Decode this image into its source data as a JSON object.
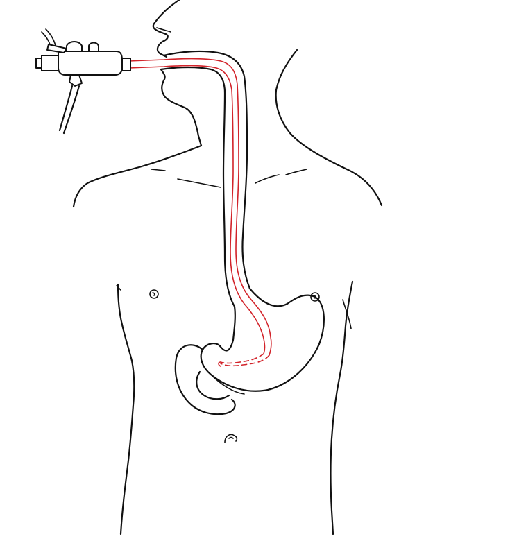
{
  "colors": {
    "background": "#ffffff",
    "outline": "#111111",
    "endoscope": "#d2232a"
  },
  "parts": [
    "body-outline",
    "face-profile",
    "neck",
    "shoulders",
    "chest",
    "nipple-left",
    "nipple-right",
    "navel",
    "esophagus",
    "stomach",
    "duodenum",
    "endoscope-handpiece",
    "endoscope-cable",
    "endoscope-insertion-tube"
  ]
}
